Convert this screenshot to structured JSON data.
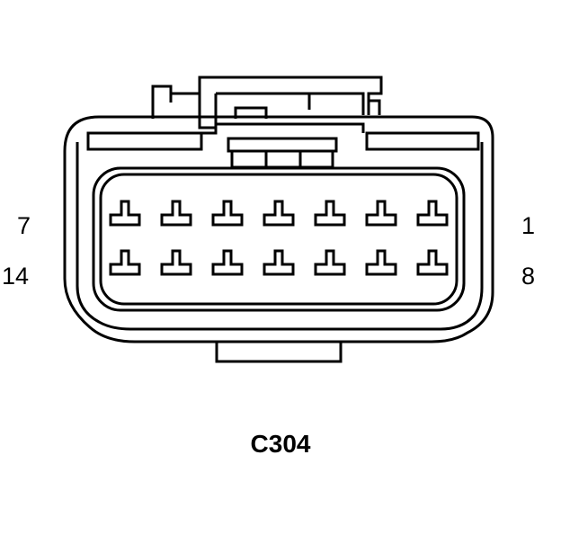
{
  "connector": {
    "id": "C304",
    "pin_labels": {
      "top_left": "7",
      "bottom_left": "14",
      "top_right": "1",
      "bottom_right": "8"
    },
    "pin_count": 14,
    "rows": 2,
    "pins_per_row": 7
  },
  "colors": {
    "line": "#000000",
    "background": "#ffffff"
  }
}
